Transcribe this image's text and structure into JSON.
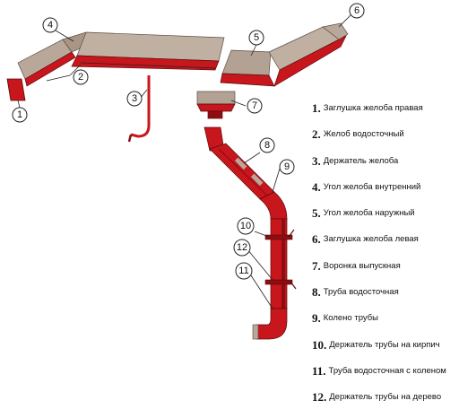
{
  "legend": [
    {
      "num": "1.",
      "label": "Заглушка желоба правая"
    },
    {
      "num": "2.",
      "label": "Желоб водосточный"
    },
    {
      "num": "3.",
      "label": "Держатель желоба"
    },
    {
      "num": "4.",
      "label": "Угол желоба внутренний"
    },
    {
      "num": "5.",
      "label": "Угол желоба наружный"
    },
    {
      "num": "6.",
      "label": "Заглушка желоба левая"
    },
    {
      "num": "7.",
      "label": "Воронка выпускная"
    },
    {
      "num": "8.",
      "label": "Труба водосточная"
    },
    {
      "num": "9.",
      "label": "Колено трубы"
    },
    {
      "num": "10.",
      "label": "Держатель трубы на кирпич"
    },
    {
      "num": "11.",
      "label": "Труба водосточная с коленом"
    },
    {
      "num": "12.",
      "label": "Держатель трубы на дерево"
    }
  ],
  "callouts": [
    "1",
    "2",
    "3",
    "4",
    "5",
    "6",
    "7",
    "8",
    "9",
    "10",
    "11",
    "12"
  ],
  "colors": {
    "red": "#c8161d",
    "red_dark": "#8e0d12",
    "tan": "#b9a89a",
    "tan_dark": "#8a7b6f"
  }
}
